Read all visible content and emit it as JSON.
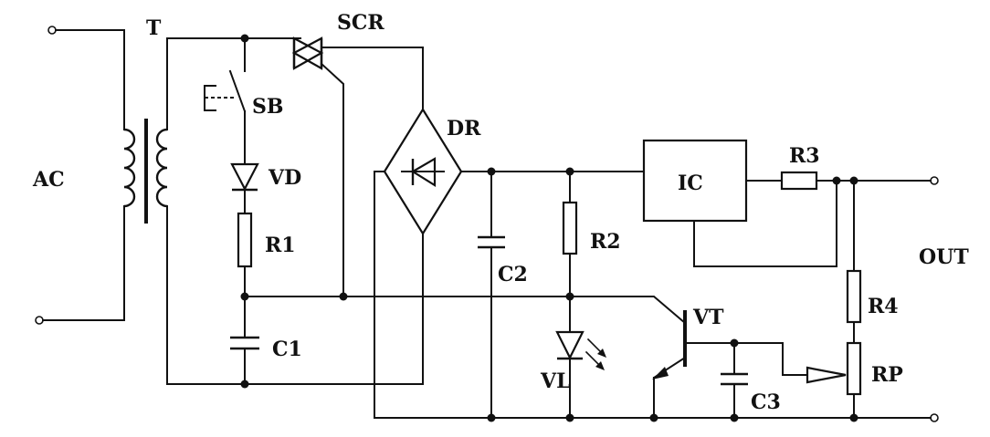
{
  "labels": {
    "ac": "AC",
    "transformer": "T",
    "scr": "SCR",
    "sb": "SB",
    "vd": "VD",
    "r1": "R1",
    "c1": "C1",
    "dr": "DR",
    "c2": "C2",
    "r2": "R2",
    "vl": "VL",
    "ic": "IC",
    "r3": "R3",
    "vt": "VT",
    "c3": "C3",
    "r4": "R4",
    "rp": "RP",
    "out": "OUT"
  },
  "colors": {
    "ink": "#111111",
    "background": "#ffffff"
  }
}
